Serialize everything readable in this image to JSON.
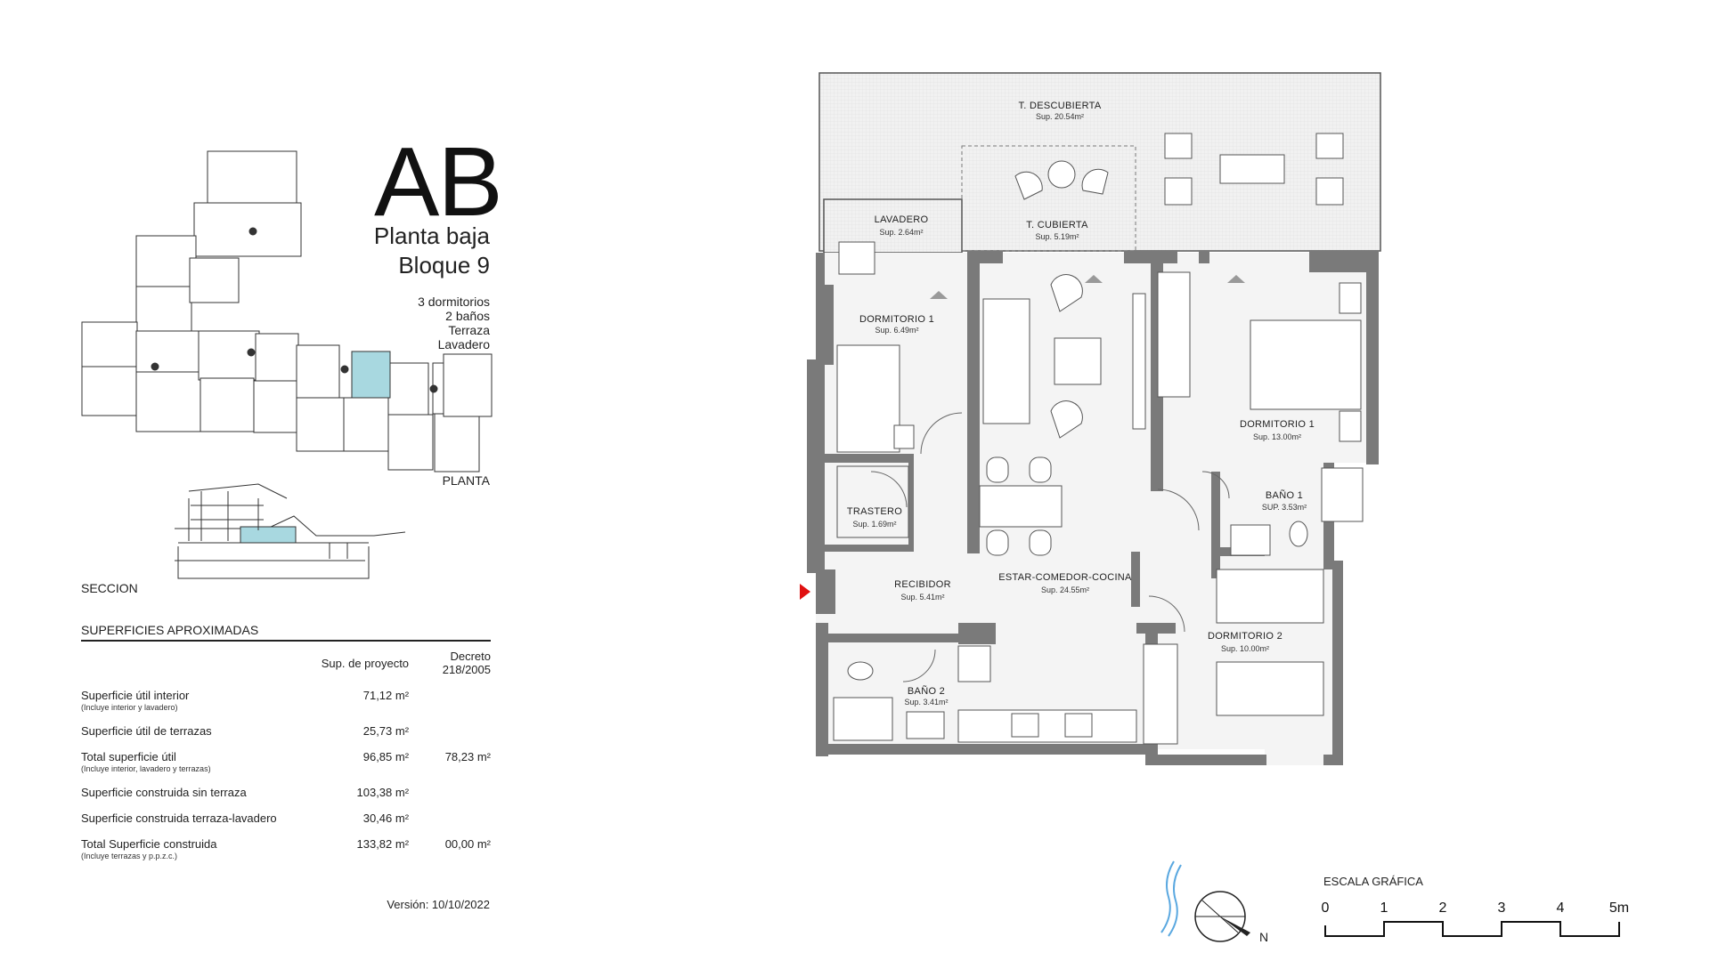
{
  "header": {
    "code": "AB",
    "floor": "Planta baja",
    "block": "Bloque 9",
    "features": [
      "3 dormitorios",
      "2 baños",
      "Terraza",
      "Lavadero"
    ]
  },
  "key_plan": {
    "label": "PLANTA"
  },
  "section": {
    "label": "SECCION"
  },
  "surfaces": {
    "title": "SUPERFICIES APROXIMADAS",
    "columns": [
      "Sup. de proyecto",
      "Decreto 218/2005"
    ],
    "rows": [
      {
        "label": "Superficie útil interior",
        "note": "(Incluye interior y lavadero)",
        "project": "71,12 m²",
        "decree": ""
      },
      {
        "label": "Superficie útil de terrazas",
        "note": "",
        "project": "25,73 m²",
        "decree": ""
      },
      {
        "label": "Total superficie útil",
        "note": "(Incluye interior, lavadero y terrazas)",
        "project": "96,85 m²",
        "decree": "78,23 m²"
      },
      {
        "label": "Superficie construida sin terraza",
        "note": "",
        "project": "103,38 m²",
        "decree": ""
      },
      {
        "label": "Superficie construida terraza-lavadero",
        "note": "",
        "project": "30,46 m²",
        "decree": ""
      },
      {
        "label": "Total Superficie construida",
        "note": "(Incluye terrazas y p.p.z.c.)",
        "project": "133,82 m²",
        "decree": "00,00 m²"
      }
    ]
  },
  "version": "Versión: 10/10/2022",
  "rooms": [
    {
      "name": "T. DESCUBIERTA",
      "area": "Sup. 20.54m²"
    },
    {
      "name": "LAVADERO",
      "area": "Sup. 2.64m²"
    },
    {
      "name": "T. CUBIERTA",
      "area": "Sup. 5.19m²"
    },
    {
      "name": "DORMITORIO 1",
      "area": "Sup. 6.49m²"
    },
    {
      "name": "DORMITORIO 1",
      "area": "Sup. 13.00m²"
    },
    {
      "name": "BAÑO 1",
      "area": "SUP. 3.53m²"
    },
    {
      "name": "TRASTERO",
      "area": "Sup. 1.69m²"
    },
    {
      "name": "RECIBIDOR",
      "area": "Sup. 5.41m²"
    },
    {
      "name": "ESTAR-COMEDOR-COCINA",
      "area": "Sup. 24.55m²"
    },
    {
      "name": "DORMITORIO 2",
      "area": "Sup. 10.00m²"
    },
    {
      "name": "BAÑO 2",
      "area": "Sup. 3.41m²"
    }
  ],
  "north_label": "N",
  "scale": {
    "title": "ESCALA GRÁFICA",
    "ticks": [
      "0",
      "1",
      "2",
      "3",
      "4",
      "5m"
    ]
  },
  "colors": {
    "wall": "#7a7a7a",
    "highlight": "#a8d8e0",
    "entry_arrow": "#e01010",
    "terrace": "#ececec",
    "floor": "#f3f3f3"
  }
}
